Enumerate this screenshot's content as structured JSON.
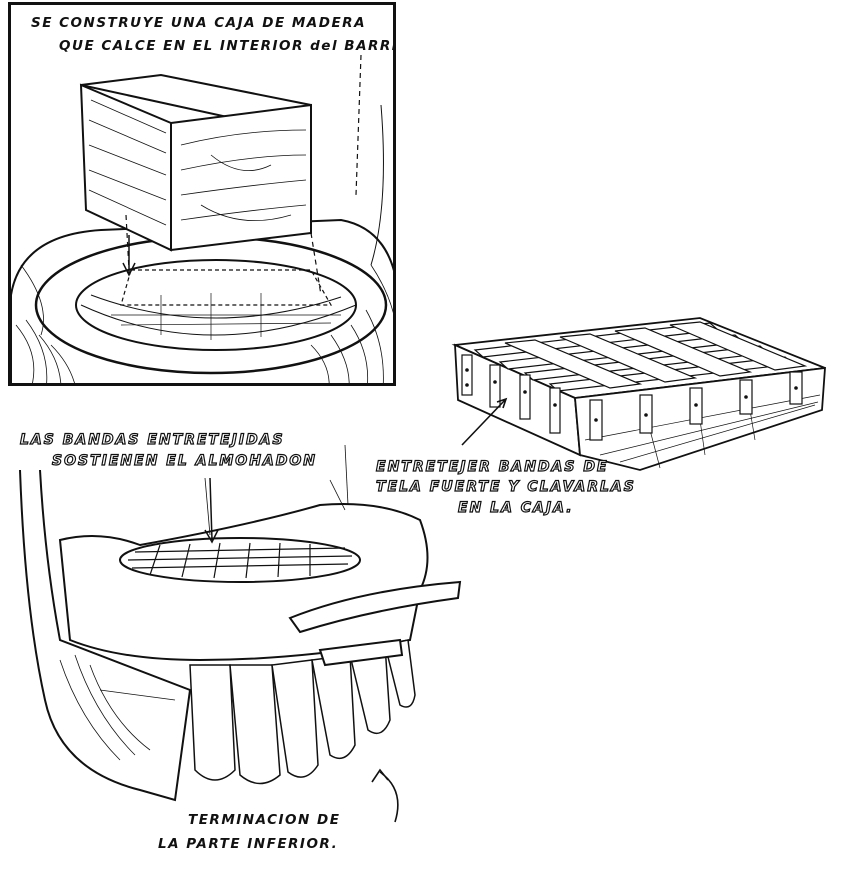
{
  "captions": {
    "box_line1": "SE CONSTRUYE UNA CAJA DE MADERA",
    "box_line2": "QUE CALCE EN EL INTERIOR del BARRIL.",
    "weave_line1": "ENTRETEJER BANDAS DE",
    "weave_line2": "TELA FUERTE Y CLAVARLAS",
    "weave_line3": "EN LA CAJA.",
    "bands_line1": "LAS BANDAS ENTRETEJIDAS",
    "bands_line2": "SOSTIENEN EL ALMOHADON",
    "bottom_line1": "TERMINACION DE",
    "bottom_line2": "LA PARTE INFERIOR."
  },
  "colors": {
    "ink": "#111111",
    "paper": "#ffffff"
  }
}
